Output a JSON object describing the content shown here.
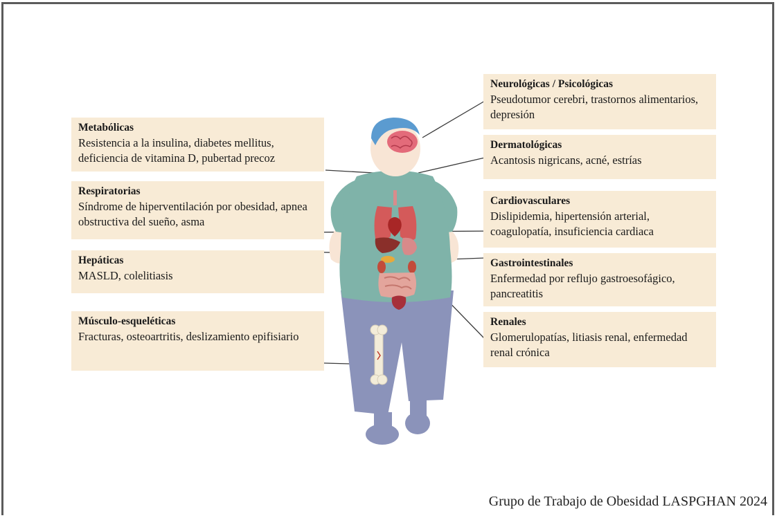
{
  "categories": {
    "metabolicas": {
      "title": "Metabólicas",
      "desc": "Resistencia a la insulina, diabetes mellitus, deficiencia de vitamina D, pubertad precoz"
    },
    "respiratorias": {
      "title": "Respiratorias",
      "desc": "Síndrome de hiperventilación por obesidad, apnea obstructiva del sueño, asma"
    },
    "hepaticas": {
      "title": "Hepáticas",
      "desc": "MASLD, colelitiasis"
    },
    "musculo": {
      "title": "Músculo-esqueléticas",
      "desc": "Fracturas, osteoartritis, deslizamiento epifisiario"
    },
    "neurologicas": {
      "title": "Neurológicas / Psicológicas",
      "desc": "Pseudotumor cerebri, trastornos alimentarios, depresión"
    },
    "dermatologicas": {
      "title": "Dermatológicas",
      "desc": "Acantosis nigricans, acné, estrías"
    },
    "cardiovasculares": {
      "title": "Cardiovasculares",
      "desc": "Dislipidemia, hipertensión arterial, coagulopatía, insuficiencia cardiaca"
    },
    "gastro": {
      "title": "Gastrointestinales",
      "desc": "Enfermedad por reflujo gastroesofágico, pancreatitis"
    },
    "renales": {
      "title": "Renales",
      "desc": "Glomerulopatías, litiasis renal, enfermedad renal crónica"
    }
  },
  "credit": "Grupo de Trabajo de Obesidad LASPGHAN 2024",
  "colors": {
    "box_bg": "#f8ebd6",
    "shirt": "#7fb3a9",
    "pants": "#8b93ba",
    "skin": "#f8e5d5",
    "hair": "#5b9bd0",
    "organ_red": "#c73a3a"
  }
}
